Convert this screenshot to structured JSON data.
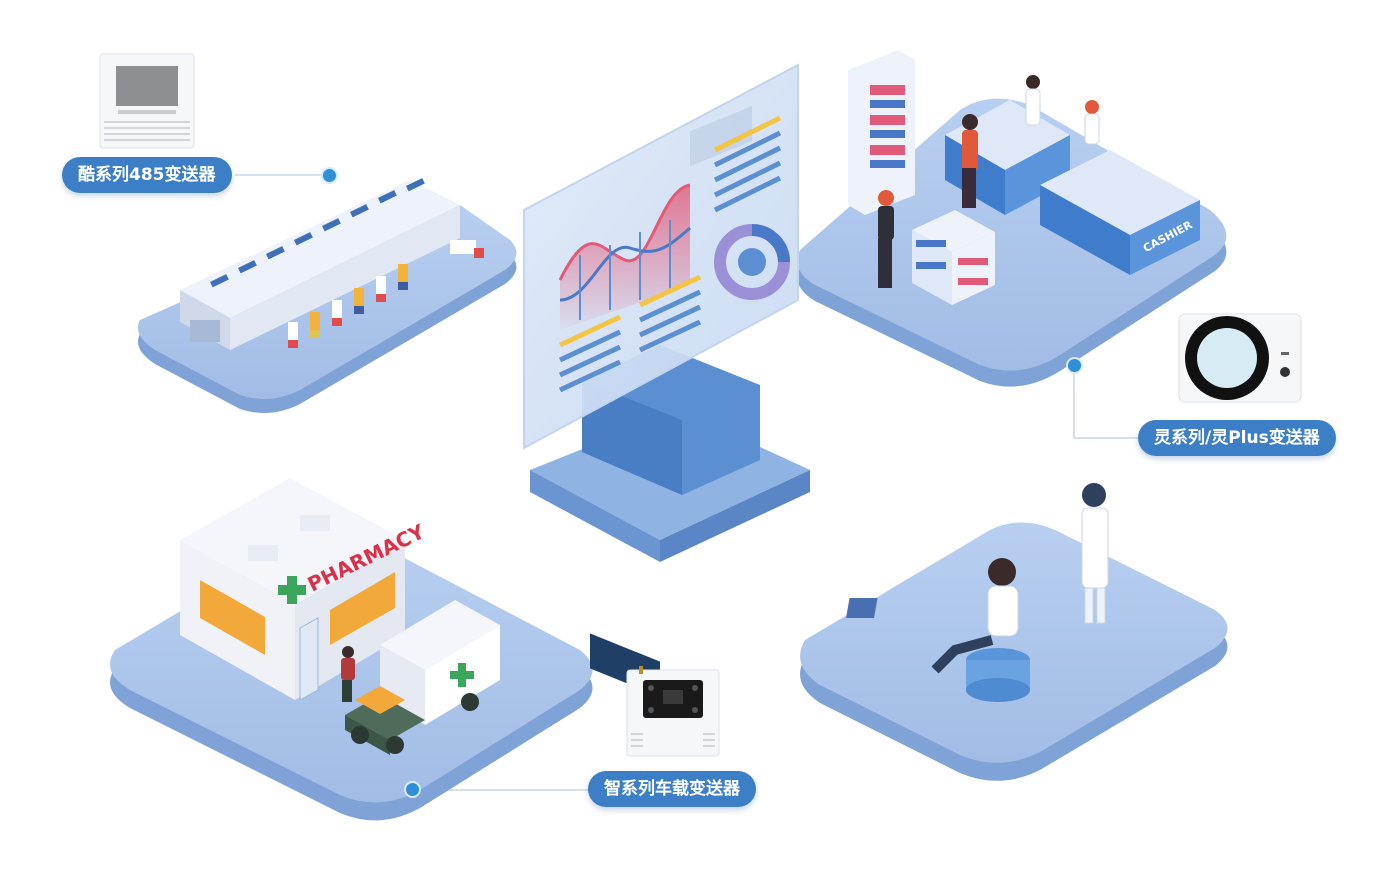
{
  "labels": {
    "cool_series": "酷系列485变送器",
    "ling_series": "灵系列/灵Plus变送器",
    "zhi_series": "智系列车载变送器"
  },
  "scene": {
    "pharmacy_sign": "PHARMACY",
    "cashier_sign": "CASHIER"
  },
  "colors": {
    "platform": "#a9c3e8",
    "platform_edge": "#7fa3d6",
    "accent": "#3d7fc7",
    "dot": "#2f8fd8",
    "chart_red": "#e25a7a",
    "chart_blue": "#4a78c8",
    "highlight": "#f4c542"
  }
}
